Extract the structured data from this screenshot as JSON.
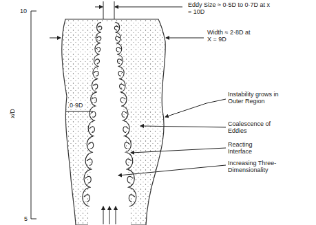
{
  "diagram": {
    "labels": [
      "Eddy Size ≈ 0·5D to 0·7D at x = 10D",
      "Width ≈ 2·8D at X = 9D",
      "0·9D",
      "10",
      "5",
      "x/D",
      "Instability grows in Outer Region",
      "Coalescence of Eddies",
      "Reacting Interface",
      "Increasing Three-Dimensionality"
    ]
  }
}
